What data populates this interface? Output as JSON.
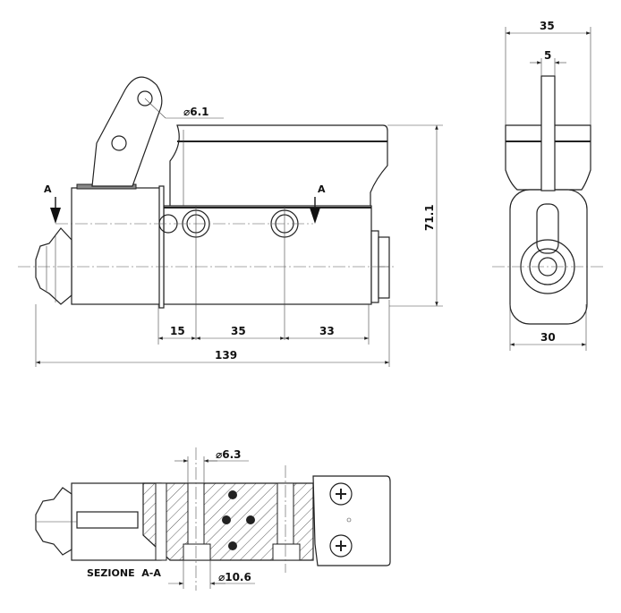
{
  "front_view": {
    "section_marker_left": "A",
    "section_marker_right": "A",
    "lever_hole_diameter": "6.1",
    "height": "71.1",
    "dim_1": "15",
    "dim_2": "35",
    "dim_3": "33",
    "overall_length": "139"
  },
  "side_view": {
    "width_top": "35",
    "lever_thickness": "5",
    "width_bottom": "30"
  },
  "section_view": {
    "label": "SEZIONE  A-A",
    "hole_diameter": "6.3",
    "counterbore_diameter": "10.6"
  },
  "diameter_symbol": "⌀"
}
